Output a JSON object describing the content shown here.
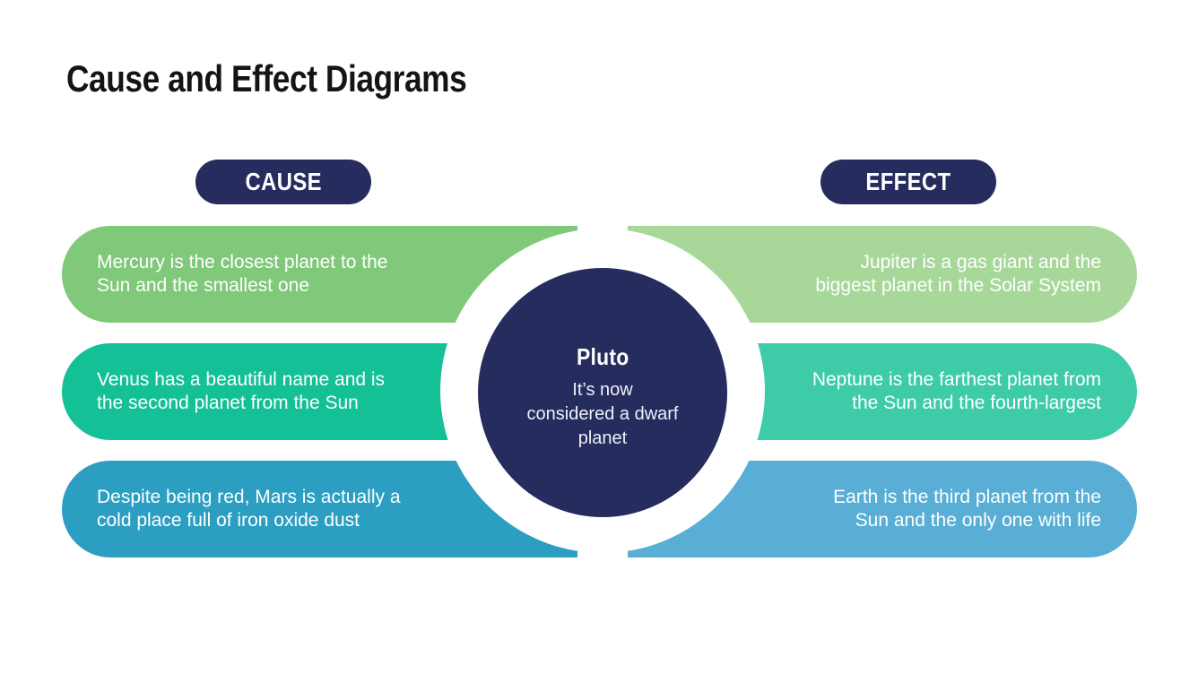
{
  "title": "Cause and Effect Diagrams",
  "columns": {
    "cause_label": "CAUSE",
    "effect_label": "EFFECT"
  },
  "center": {
    "heading": "Pluto",
    "description": "It’s now\nconsidered a dwarf\nplanet"
  },
  "causes": [
    {
      "text": "Mercury is the closest planet to the\nSun and the smallest one"
    },
    {
      "text": "Venus has a beautiful name and is\nthe second planet from the Sun"
    },
    {
      "text": "Despite being red, Mars is actually a\ncold place full of iron oxide dust"
    }
  ],
  "effects": [
    {
      "text": "Jupiter is a gas giant and the\nbiggest planet in the Solar System"
    },
    {
      "text": "Neptune is the farthest planet from\nthe Sun and the fourth-largest"
    },
    {
      "text": "Earth is the third planet from the\nSun and the only one with life"
    }
  ],
  "colors": {
    "header_pill": "#272C5F",
    "center_circle": "#272C5F",
    "cause_1": "#80C87A",
    "cause_2": "#14C096",
    "cause_3": "#2B9EC2",
    "effect_1": "#A7D89A",
    "effect_2": "#3ECBA7",
    "effect_3": "#58AED5",
    "text_on_bars": "#FFFFFF",
    "title_text": "#141414"
  }
}
